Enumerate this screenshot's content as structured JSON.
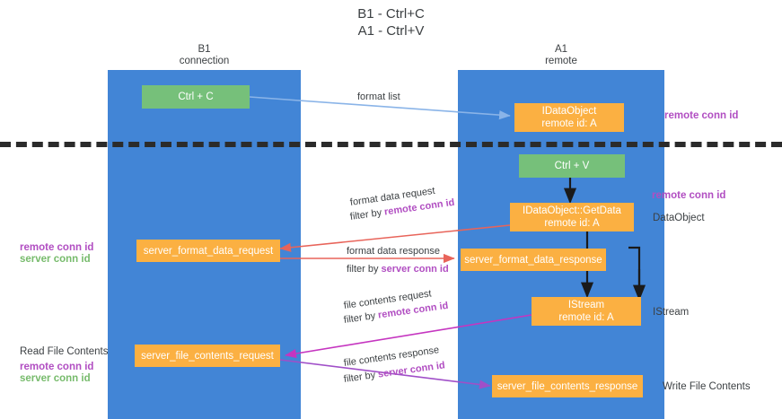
{
  "title": {
    "line1": "B1 - Ctrl+C",
    "line2": "A1 - Ctrl+V"
  },
  "columns": [
    {
      "name": "B1",
      "sub": "connection"
    },
    {
      "name": "A1",
      "sub": "remote"
    }
  ],
  "colors": {
    "lane": "#4285d6",
    "green_box": "#76c07a",
    "orange_box": "#fbb042",
    "purple_text": "#b14ec2",
    "green_text": "#77bb6c",
    "arrow_blue": "#8ab4e8",
    "arrow_red": "#e8645a",
    "arrow_magenta": "#c535c0",
    "arrow_purple": "#a04fc8",
    "arrow_black": "#1a1a1a",
    "divider": "#2b2b2b"
  },
  "nodes": {
    "ctrl_c": {
      "line1": "Ctrl + C",
      "line2": ""
    },
    "idataobject": {
      "line1": "IDataObject",
      "line2": "remote id: A"
    },
    "ctrl_v": {
      "line1": "Ctrl + V",
      "line2": ""
    },
    "getdata": {
      "line1": "IDataObject::GetData",
      "line2": "remote id: A"
    },
    "server_format_data_request": {
      "line1": "server_format_data_request",
      "line2": ""
    },
    "server_format_data_response": {
      "line1": "server_format_data_response",
      "line2": ""
    },
    "istream": {
      "line1": "IStream",
      "line2": "remote id: A"
    },
    "server_file_contents_request": {
      "line1": "server_file_contents_request",
      "line2": ""
    },
    "server_file_contents_response": {
      "line1": "server_file_contents_response",
      "line2": ""
    }
  },
  "edges": {
    "format_list": {
      "label": "format list"
    },
    "format_data_request": {
      "line1": "format data request",
      "filter_prefix": "filter by ",
      "filter_key": "remote conn id"
    },
    "format_data_response": {
      "line1": "format data response",
      "filter_prefix": "filter by ",
      "filter_key": "server conn id"
    },
    "file_contents_request": {
      "line1": "file contents request",
      "filter_prefix": "filter by ",
      "filter_key": "remote conn id"
    },
    "file_contents_response": {
      "line1": "file contents response",
      "filter_prefix": "filter by ",
      "filter_key": "server conn id"
    }
  },
  "annotations": {
    "right_remote_conn_id_top": "remote conn id",
    "right_remote_conn_id_mid": "remote conn id",
    "right_dataobject": "DataObject",
    "right_istream": "IStream",
    "right_write_file_contents": "Write File Contents",
    "left_remote_conn_id": "remote conn id",
    "left_server_conn_id": "server conn id",
    "left_read_file_contents": "Read File Contents",
    "left_remote_conn_id_2": "remote conn id",
    "left_server_conn_id_2": "server conn id"
  }
}
